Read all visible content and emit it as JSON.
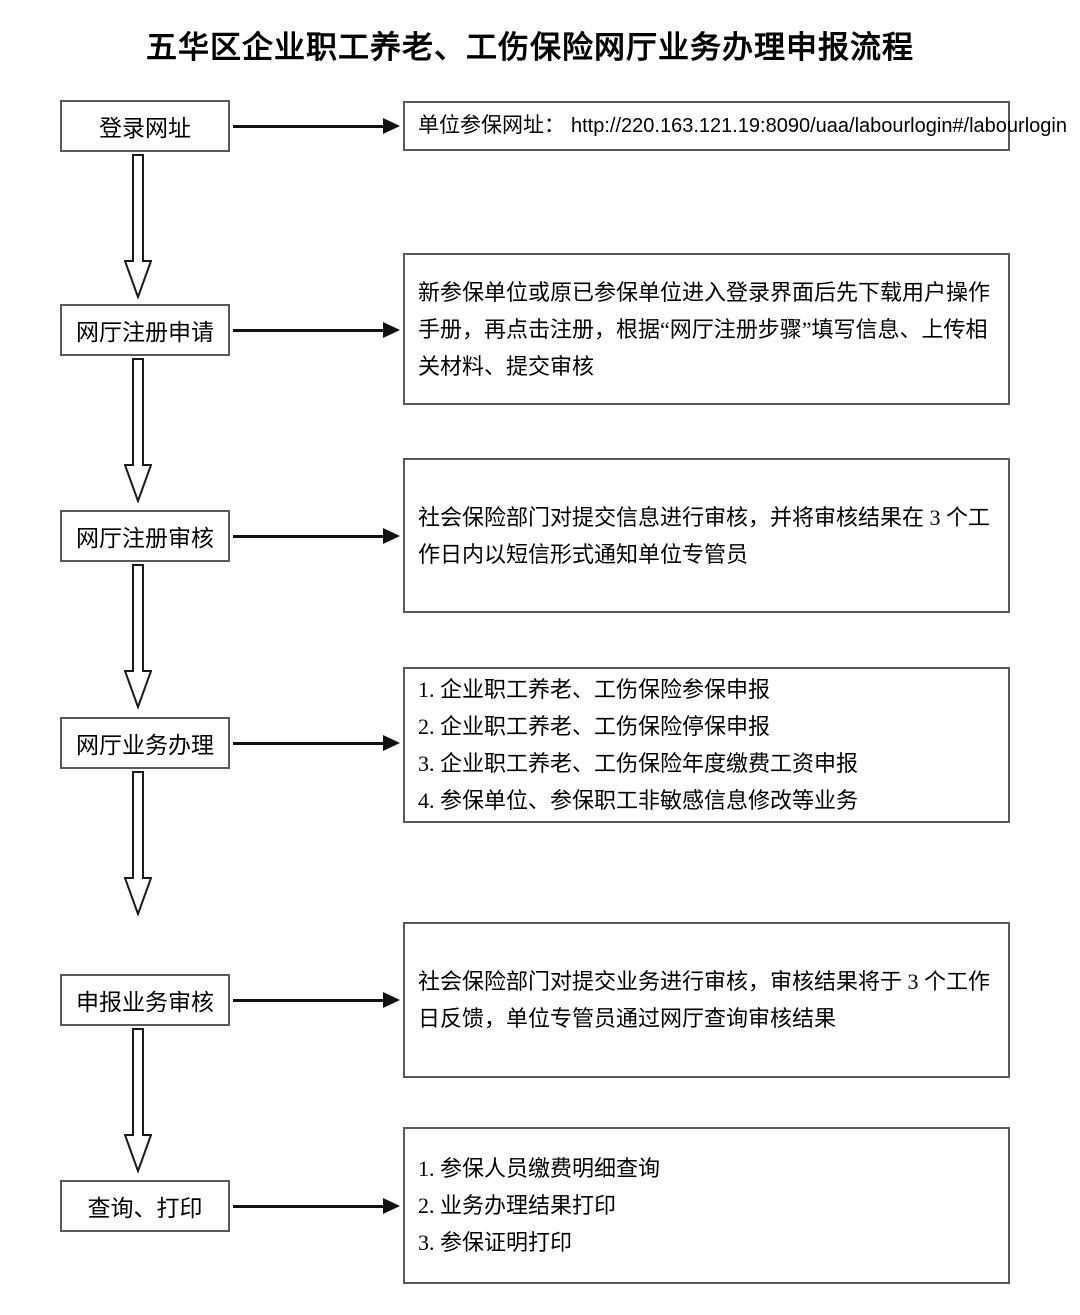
{
  "title": "五华区企业职工养老、工伤保险网厅业务办理申报流程",
  "steps": [
    {
      "label": "登录网址",
      "detail_prefix": "单位参保网址：",
      "url": "http://220.163.121.19:8090/uaa/labourlogin#/labourlogin"
    },
    {
      "label": "网厅注册申请",
      "detail": "新参保单位或原已参保单位进入登录界面后先下载用户操作手册，再点击注册，根据“网厅注册步骤”填写信息、上传相关材料、提交审核"
    },
    {
      "label": "网厅注册审核",
      "detail": "社会保险部门对提交信息进行审核，并将审核结果在 3 个工作日内以短信形式通知单位专管员"
    },
    {
      "label": "网厅业务办理",
      "detail": "1. 企业职工养老、工伤保险参保申报\n2. 企业职工养老、工伤保险停保申报\n3. 企业职工养老、工伤保险年度缴费工资申报\n4. 参保单位、参保职工非敏感信息修改等业务"
    },
    {
      "label": "申报业务审核",
      "detail": "社会保险部门对提交业务进行审核，审核结果将于 3 个工作日反馈，单位专管员通过网厅查询审核结果"
    },
    {
      "label": "查询、打印",
      "detail": "1. 参保人员缴费明细查询\n2. 业务办理结果打印\n3. 参保证明打印"
    }
  ]
}
